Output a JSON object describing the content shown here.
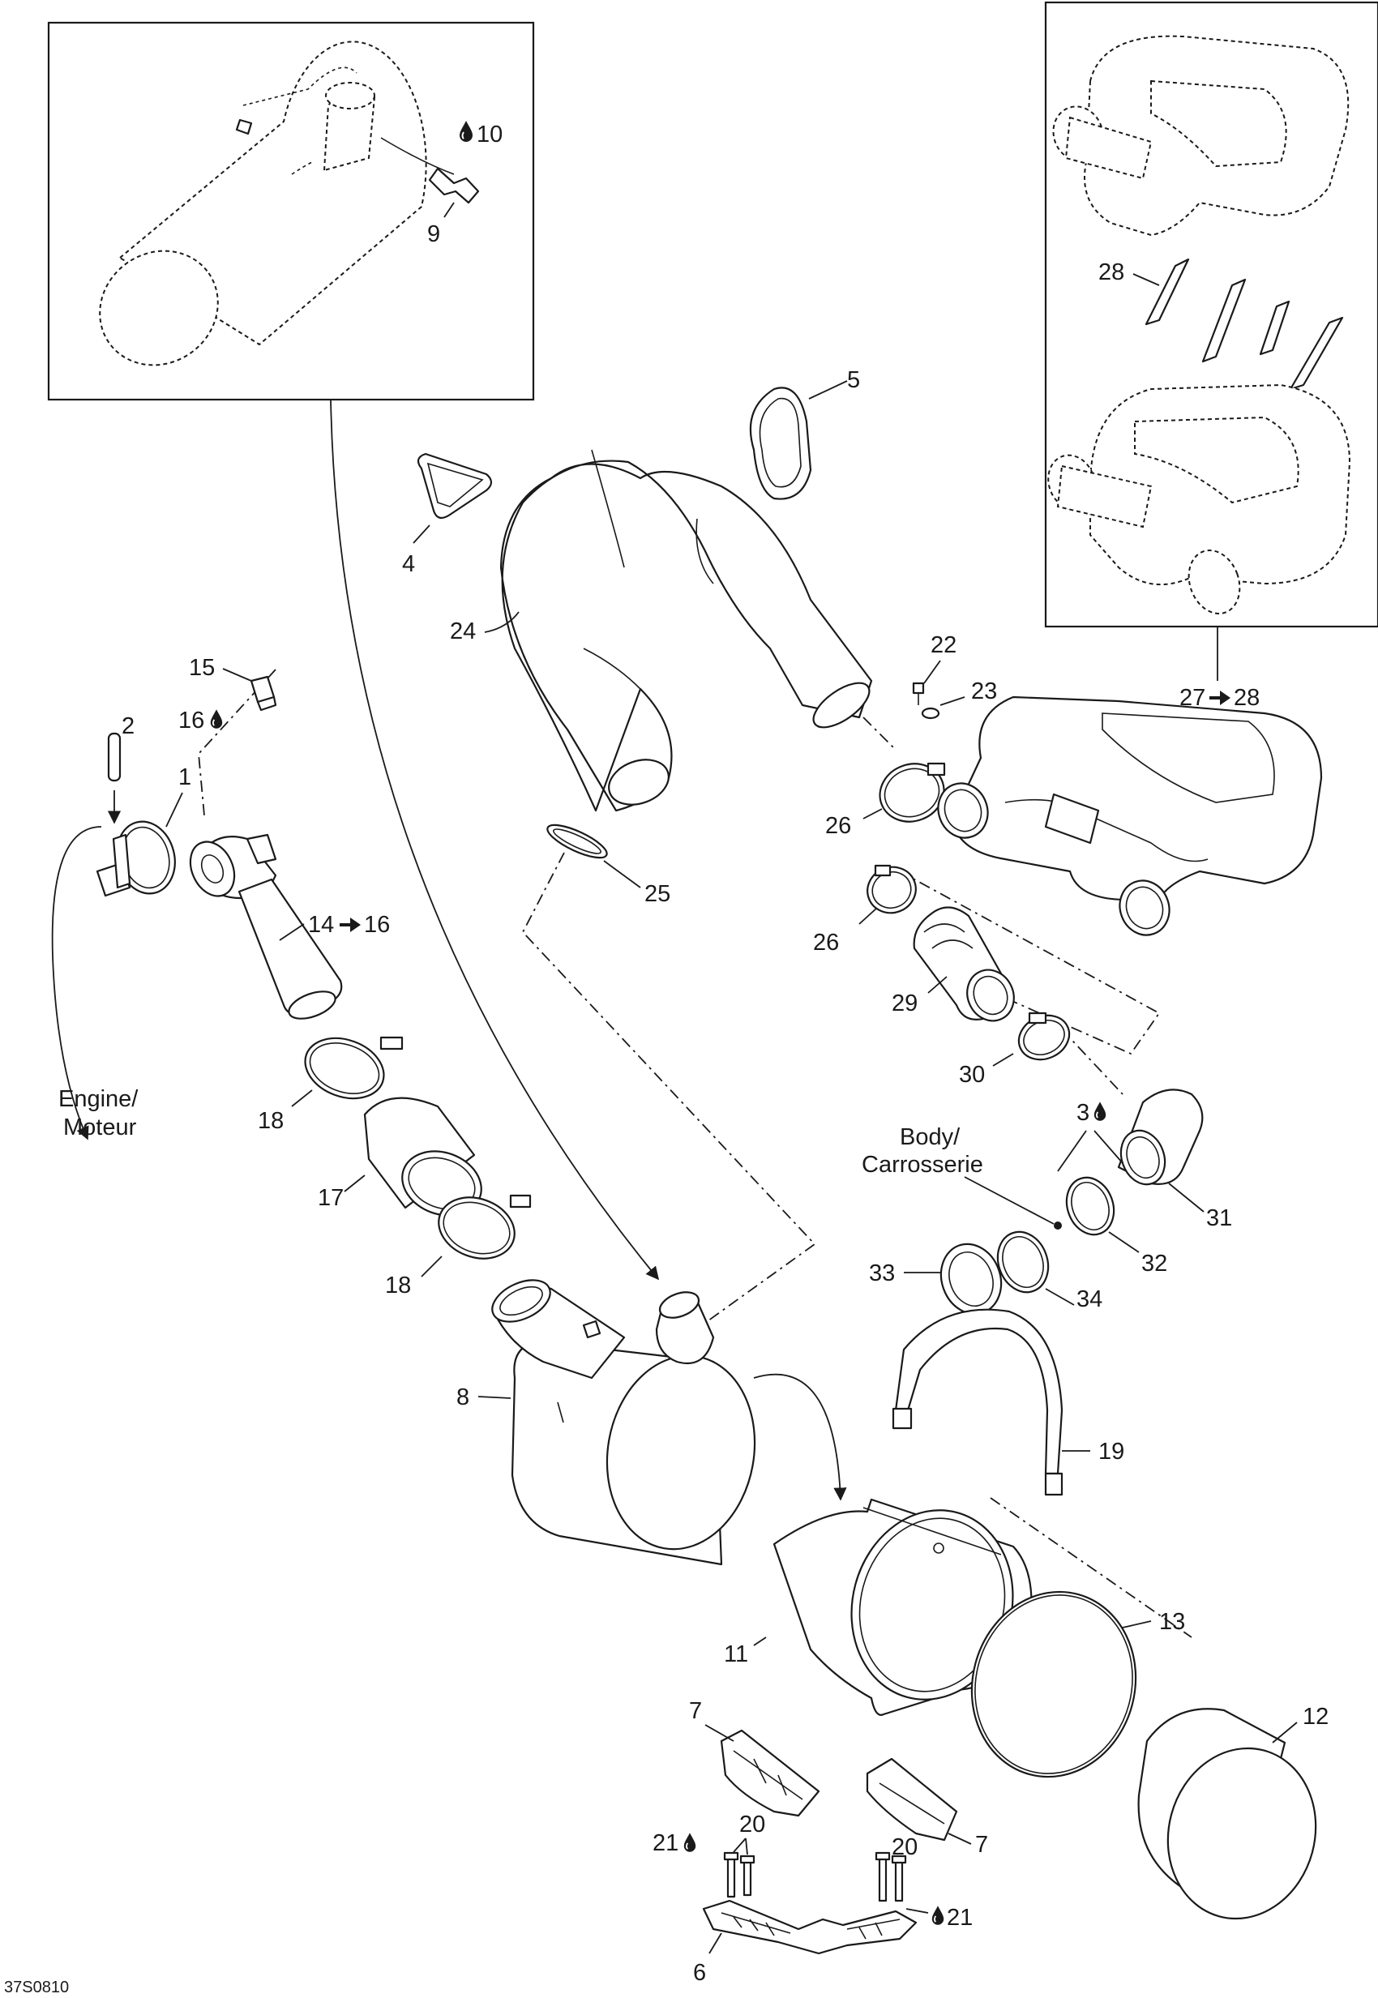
{
  "labels": {
    "c1": "1",
    "c2": "2",
    "c3": "3",
    "c4": "4",
    "c5": "5",
    "c6": "6",
    "c7a": "7",
    "c7b": "7",
    "c8": "8",
    "c9": "9",
    "c10": "10",
    "c11": "11",
    "c12": "12",
    "c13": "13",
    "c14": "14",
    "c14_range_end": "16",
    "c15": "15",
    "c16": "16",
    "c17": "17",
    "c18a": "18",
    "c18b": "18",
    "c19": "19",
    "c20a": "20",
    "c20b": "20",
    "c21a": "21",
    "c21b": "21",
    "c22": "22",
    "c23": "23",
    "c24": "24",
    "c25": "25",
    "c26a": "26",
    "c26b": "26",
    "c27": "27",
    "c27_range_end": "28",
    "c28": "28",
    "c29": "29",
    "c30": "30",
    "c31": "31",
    "c32": "32",
    "c33": "33",
    "c34": "34"
  },
  "notes": {
    "engine_line1": "Engine/",
    "engine_line2": "Moteur",
    "body_line1": "Body/",
    "body_line2": "Carrosserie"
  },
  "figure_id": "37S0810",
  "icons": {
    "drop": "drop-icon",
    "arrow": "right-arrow-icon"
  }
}
